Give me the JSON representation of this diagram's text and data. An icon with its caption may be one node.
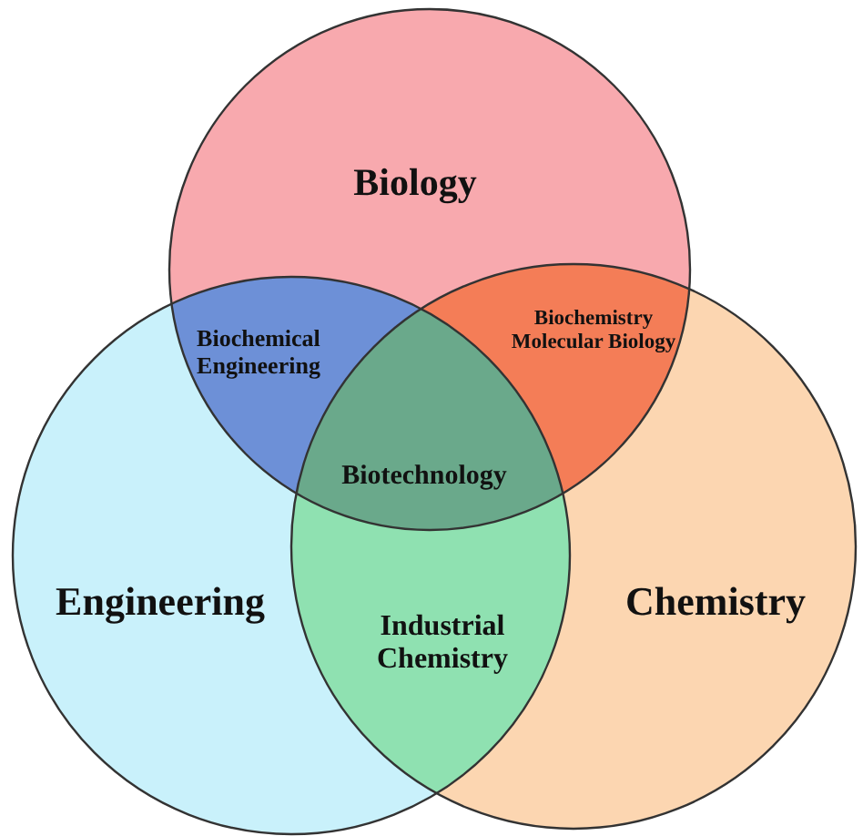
{
  "diagram": {
    "nodes": [
      {
        "text": [
          "Biology"
        ]
      },
      {
        "text": [
          "Engineering"
        ]
      },
      {
        "text": [
          "Chemistry"
        ]
      }
    ],
    "labels": [
      "Biochemical Engineering",
      "Biochemistry Molecular Biology",
      "Biotechnology",
      "Industrial Chemistry"
    ]
  }
}
